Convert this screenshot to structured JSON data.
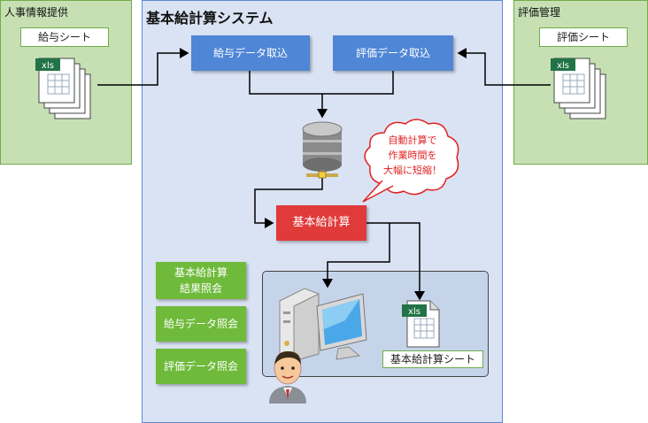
{
  "left_panel": {
    "title": "人事情報提供",
    "sheet_label": "給与シート"
  },
  "right_panel": {
    "title": "評価管理",
    "sheet_label": "評価シート"
  },
  "system": {
    "title": "基本給計算システム",
    "import_salary": "給与データ取込",
    "import_eval": "評価データ取込",
    "calc": "基本給計算",
    "callout_lines": [
      "自動計算で",
      "作業時間を",
      "大幅に短縮！"
    ],
    "menu": [
      {
        "line1": "基本給計算",
        "line2": "結果照会"
      },
      {
        "line1": "給与データ照会",
        "line2": ""
      },
      {
        "line1": "評価データ照会",
        "line2": ""
      }
    ],
    "output_label": "基本給計算シート"
  },
  "file_icon_text": "xls",
  "colors": {
    "green_fill": "#c6e0b4",
    "green_border": "#70ad47",
    "blue_button": "#4f86d6",
    "red_button": "#e03a3a",
    "system_bg": "#dae3f3",
    "green_button": "#6fba3b"
  }
}
